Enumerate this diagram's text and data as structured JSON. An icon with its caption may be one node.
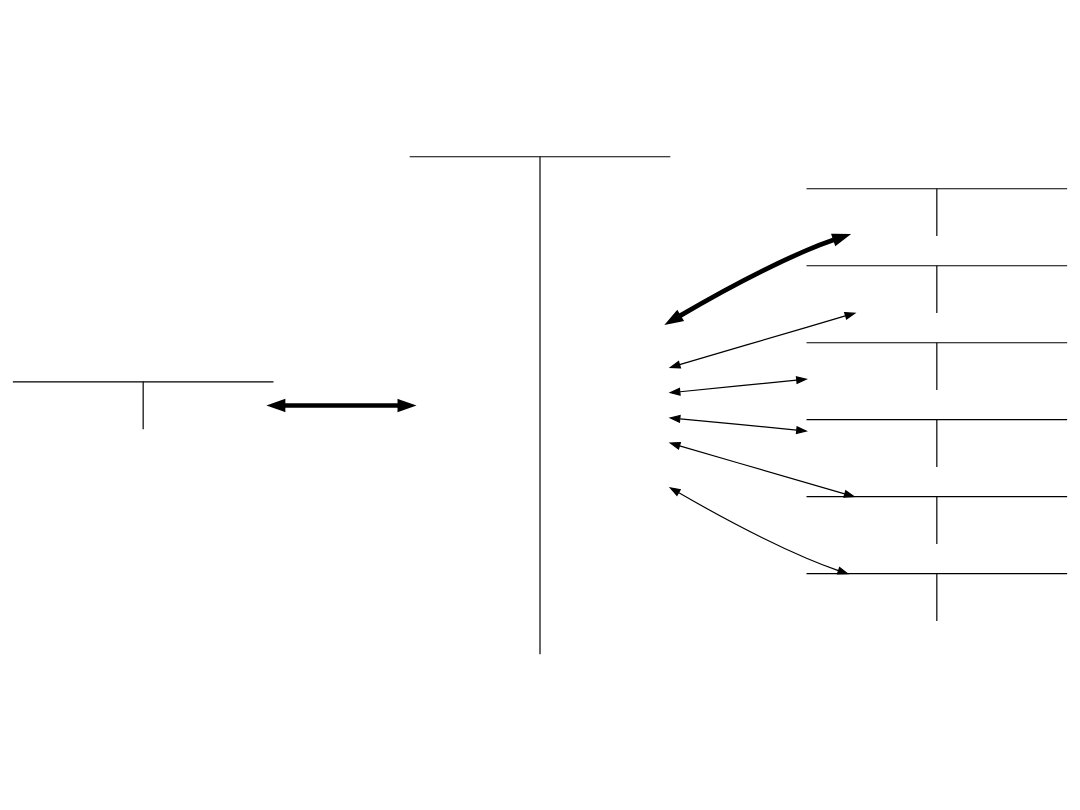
{
  "diagram": {
    "nodes": [
      {
        "text": [],
        "shape": "tee"
      },
      {
        "text": [],
        "shape": "tee"
      },
      {
        "text": [],
        "shape": "tee"
      },
      {
        "text": [],
        "shape": "tee"
      },
      {
        "text": [],
        "shape": "tee"
      },
      {
        "text": [],
        "shape": "tee"
      },
      {
        "text": [],
        "shape": "tee"
      },
      {
        "text": [],
        "shape": "tee"
      }
    ],
    "edges": [
      {
        "from": 0,
        "to": 1,
        "arrow": "both",
        "style": "thick"
      },
      {
        "from": 1,
        "to": 2,
        "arrow": "both",
        "style": "thick"
      },
      {
        "from": 1,
        "to": 3,
        "arrow": "both"
      },
      {
        "from": 1,
        "to": 4,
        "arrow": "both"
      },
      {
        "from": 1,
        "to": 5,
        "arrow": "both"
      },
      {
        "from": 1,
        "to": 6,
        "arrow": "both"
      },
      {
        "from": 1,
        "to": 7,
        "arrow": "both"
      }
    ]
  }
}
